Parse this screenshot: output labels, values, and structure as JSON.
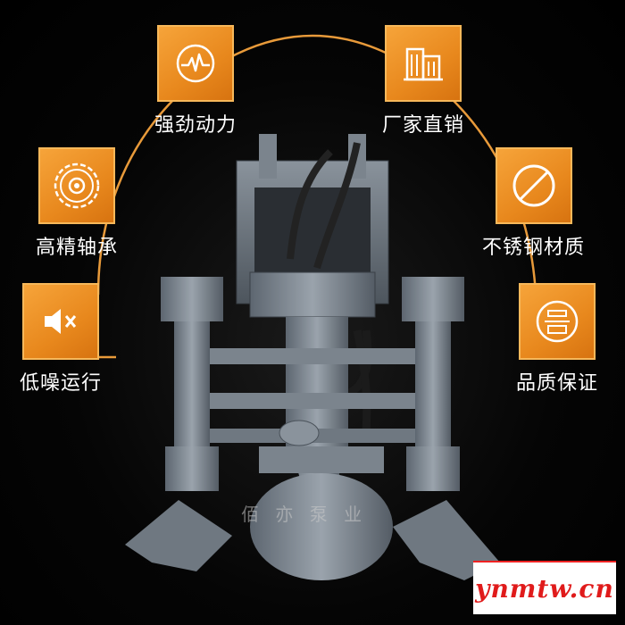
{
  "features": {
    "power": {
      "label": "强劲动力",
      "icon": "pulse-line-icon"
    },
    "factory": {
      "label": "厂家直销",
      "icon": "building-icon"
    },
    "bearing": {
      "label": "高精轴承",
      "icon": "gear-bearing-icon"
    },
    "steel": {
      "label": "不锈钢材质",
      "icon": "no-slash-icon"
    },
    "noise": {
      "label": "低噪运行",
      "icon": "speaker-mute-icon"
    },
    "quality": {
      "label": "品质保证",
      "icon": "seal-stamp-icon"
    }
  },
  "machine_text": "佰 亦 泵 业",
  "watermark": "ynmtw.cn",
  "colors": {
    "accent": "#e8881d",
    "arc": "#e89a3a",
    "watermark": "#e01b1b"
  }
}
